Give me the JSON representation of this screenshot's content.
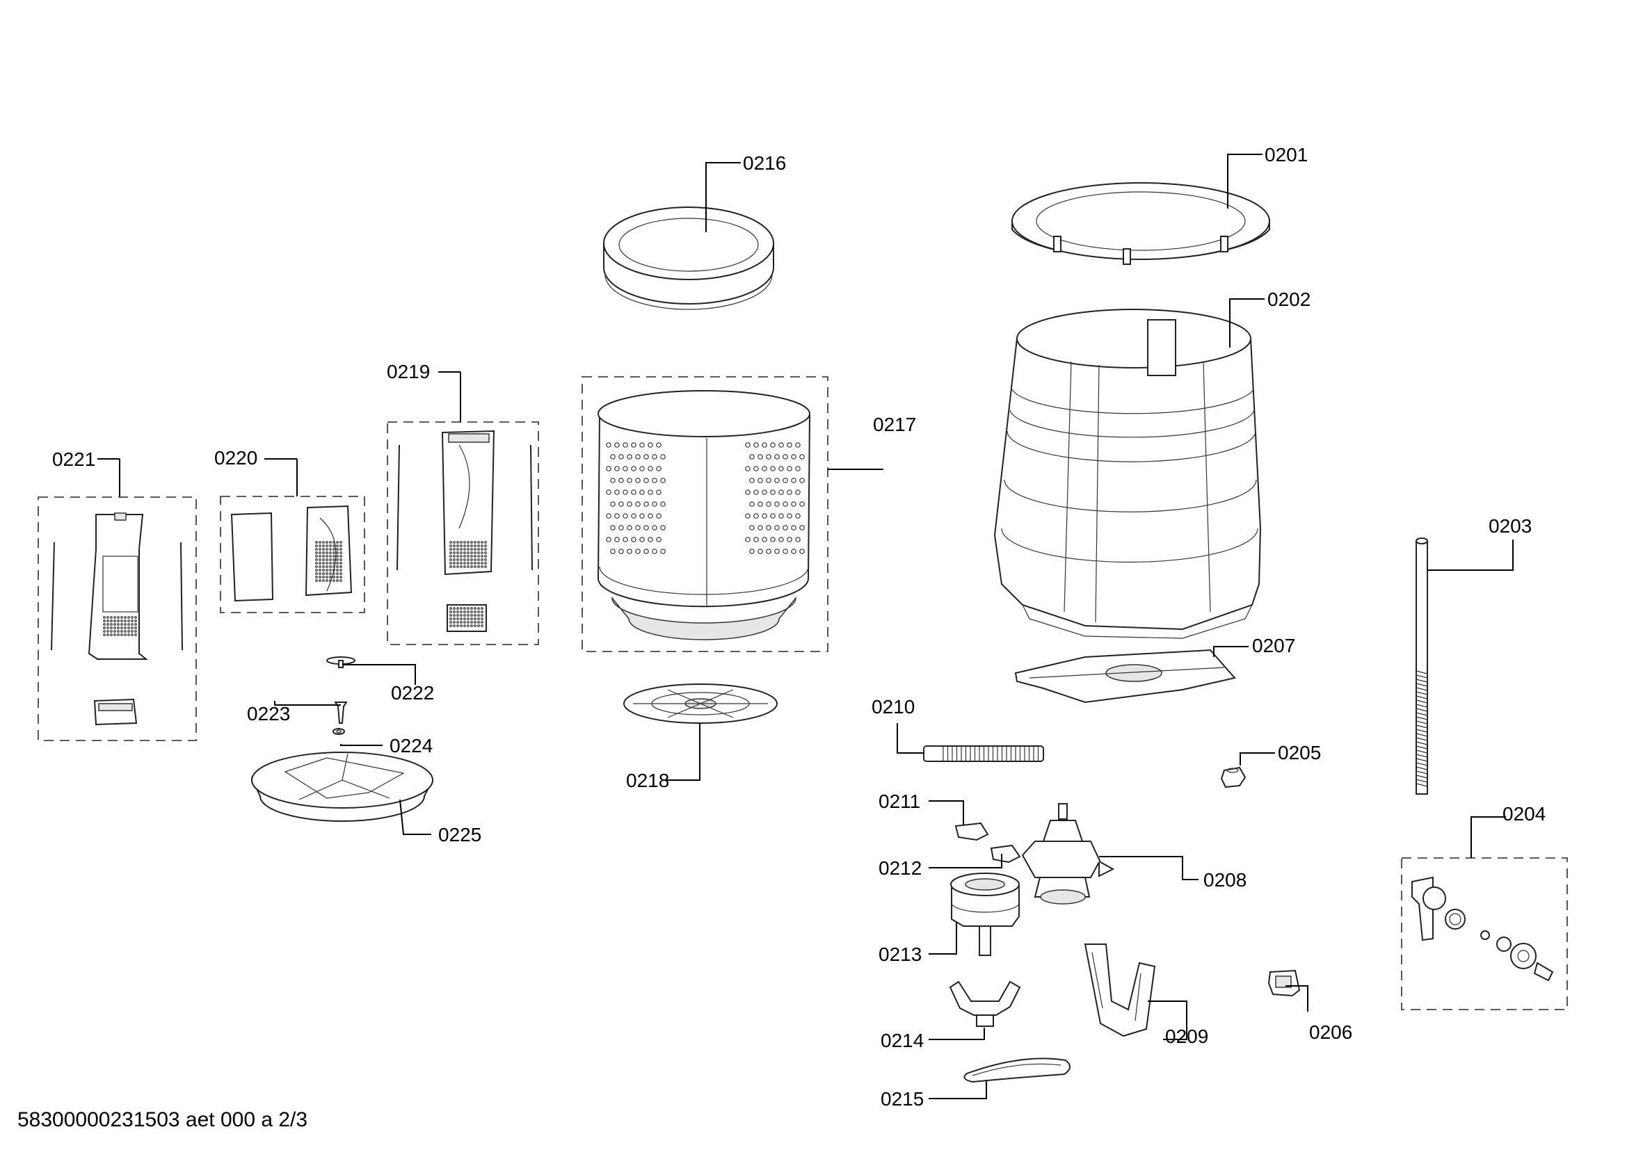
{
  "labels": {
    "p0201": "0201",
    "p0202": "0202",
    "p0203": "0203",
    "p0204": "0204",
    "p0205": "0205",
    "p0206": "0206",
    "p0207": "0207",
    "p0208": "0208",
    "p0209": "0209",
    "p0210": "0210",
    "p0211": "0211",
    "p0212": "0212",
    "p0213": "0213",
    "p0214": "0214",
    "p0215": "0215",
    "p0216": "0216",
    "p0217": "0217",
    "p0218": "0218",
    "p0219": "0219",
    "p0220": "0220",
    "p0221": "0221",
    "p0222": "0222",
    "p0223": "0223",
    "p0224": "0224",
    "p0225": "0225"
  },
  "footer": "58300000231503 aet 000 a 2/3"
}
